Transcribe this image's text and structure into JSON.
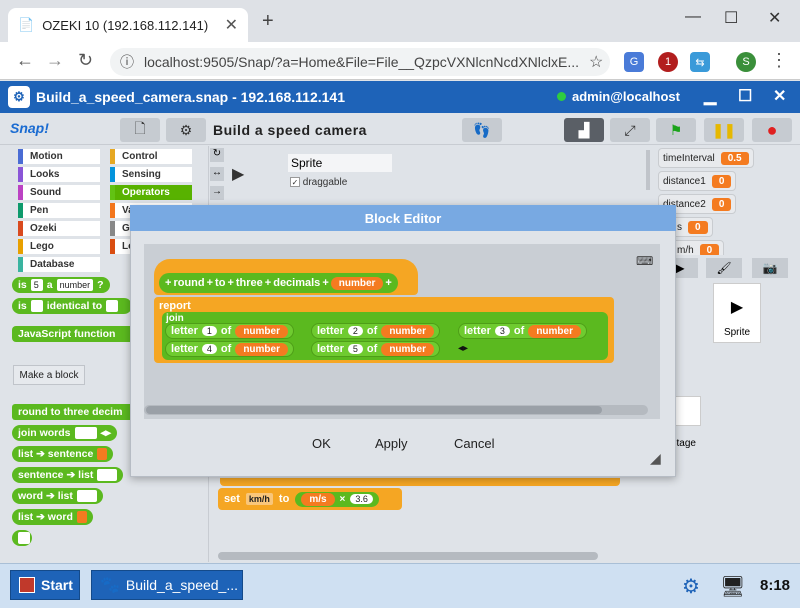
{
  "browser": {
    "tab_title": "OZEKI 10 (192.168.112.141)",
    "url": "localhost:9505/Snap/?a=Home&File=File__QzpcVXNlcnNcdXNlclxE...",
    "ext_badge": "1",
    "profile_initial": "S"
  },
  "app": {
    "title": "Build_a_speed_camera.snap - 192.168.112.141",
    "user": "admin@localhost"
  },
  "snap": {
    "logo": "Snap!",
    "project_name": "Build  a  speed  camera",
    "categories": [
      {
        "label": "Motion",
        "color": "#4a6cd4"
      },
      {
        "label": "Control",
        "color": "#e6a822"
      },
      {
        "label": "Looks",
        "color": "#8a55d7"
      },
      {
        "label": "Sensing",
        "color": "#0494dc"
      },
      {
        "label": "Sound",
        "color": "#bb42c3"
      },
      {
        "label": "Operators",
        "color": "#62c213"
      },
      {
        "label": "Pen",
        "color": "#0e9a6c"
      },
      {
        "label": "Va",
        "color": "#f3761d"
      },
      {
        "label": "Ozeki",
        "color": "#d94a1e"
      },
      {
        "label": "Ga",
        "color": "#888888"
      },
      {
        "label": "Lego",
        "color": "#e8a000"
      },
      {
        "label": "Le",
        "color": "#d94d11"
      },
      {
        "label": "Database",
        "color": "#3ab4a0"
      }
    ],
    "palette": {
      "is_a_prefix": "is",
      "is_a_num": "5",
      "is_a_mid": "a",
      "is_a_type": "number",
      "is_a_q": "?",
      "identical_prefix": "is",
      "identical_mid": "identical to",
      "js_function": "JavaScript function",
      "make_block": "Make a block",
      "round_block": "round to three decim",
      "join_words": "join words",
      "list_sentence": "list ➔ sentence",
      "sentence_list": "sentence ➔ list",
      "word_list": "word ➔ list",
      "list_word": "list ➔ word"
    },
    "sprite": {
      "name": "Sprite",
      "draggable_label": "draggable",
      "corral_label": "Sprite",
      "stage_label": "Stage"
    },
    "watchers": [
      {
        "name": "timeInterval",
        "value": "0.5"
      },
      {
        "name": "distance1",
        "value": "0"
      },
      {
        "name": "distance2",
        "value": "0"
      },
      {
        "name": "s",
        "value": "0"
      },
      {
        "name": "m/h",
        "value": "0"
      }
    ],
    "set_block": {
      "set": "set",
      "var": "km/h",
      "to": "to",
      "unit": "m/s",
      "op": "×",
      "num": "3.6"
    }
  },
  "dialog": {
    "title": "Block Editor",
    "hat": {
      "words": [
        "round",
        "to",
        "three",
        "decimals"
      ],
      "param": "number"
    },
    "report": "report",
    "join": "join",
    "letter_word": "letter",
    "of_word": "of",
    "letters": [
      {
        "n": "1",
        "var": "number"
      },
      {
        "n": "2",
        "var": "number"
      },
      {
        "n": "3",
        "var": "number"
      },
      {
        "n": "4",
        "var": "number"
      },
      {
        "n": "5",
        "var": "number"
      }
    ],
    "ok": "OK",
    "apply": "Apply",
    "cancel": "Cancel"
  },
  "taskbar": {
    "start": "Start",
    "item": "Build_a_speed_...",
    "time": "8:18"
  }
}
